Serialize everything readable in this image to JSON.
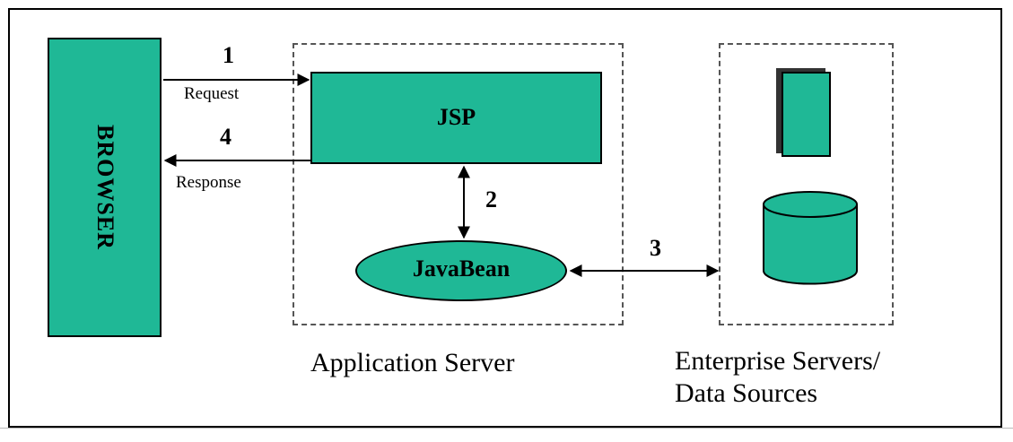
{
  "diagram": {
    "browser_label": "BROWSER",
    "jsp_label": "JSP",
    "bean_label": "JavaBean",
    "step1": "1",
    "step2": "2",
    "step3": "3",
    "step4": "4",
    "request_label": "Request",
    "response_label": "Response",
    "app_server_caption": "Application Server",
    "enterprise_caption_line1": "Enterprise Servers/",
    "enterprise_caption_line2": "Data Sources",
    "accent_color": "#1fb896"
  }
}
